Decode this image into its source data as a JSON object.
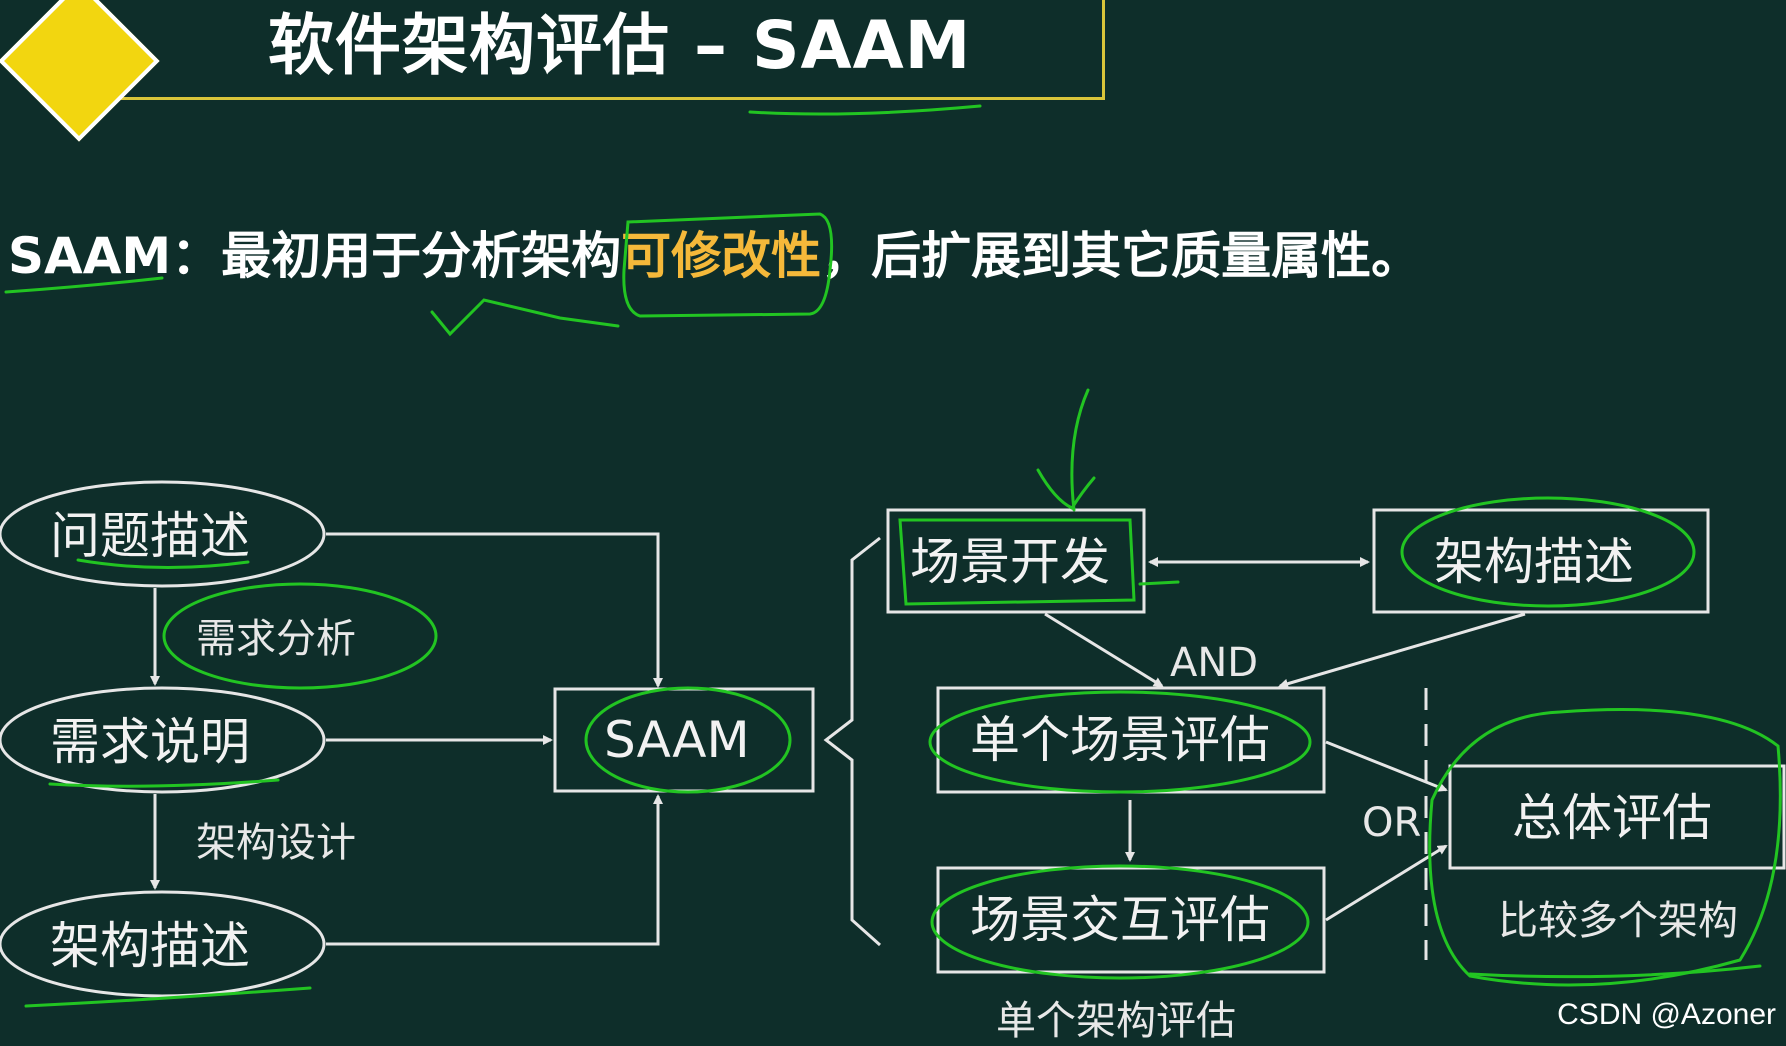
{
  "title": "软件架构评估 – SAAM",
  "intro": {
    "term": "SAAM",
    "colon": "：",
    "before": "最初用于分析架构",
    "highlight": "可修改性",
    "after": "，后扩展到其它质量属性。"
  },
  "diagram": {
    "left": {
      "problem": "问题描述",
      "requirement_analysis": "需求分析",
      "requirement_spec": "需求说明",
      "architecture_design": "架构设计",
      "architecture_desc": "架构描述"
    },
    "center": "SAAM",
    "right": {
      "scenario_dev": "场景开发",
      "arch_desc": "架构描述",
      "and_label": "AND",
      "single_scenario_eval": "单个场景评估",
      "scenario_interaction_eval": "场景交互评估",
      "single_arch_eval": "单个架构评估",
      "or_label": "OR",
      "overall_eval": "总体评估",
      "compare_multi": "比较多个架构"
    }
  },
  "watermark": "CSDN @Azoner",
  "colors": {
    "background": "#0e2e2a",
    "title_border": "#d9c53a",
    "diamond": "#f2d610",
    "highlight": "#f5b93a",
    "annotation": "#22c422",
    "line": "#e6e6e6"
  }
}
